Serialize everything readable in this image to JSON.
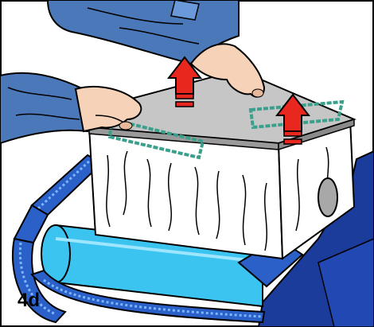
{
  "figure": {
    "step_label": "4d",
    "description_icons": [
      "hands-icon",
      "lift-arrow-icon",
      "filter-lid",
      "filter-bag",
      "roller-brush",
      "track-belt"
    ],
    "colors": {
      "sleeve_blue": "#4a78b8",
      "skin": "#f6d2b8",
      "lid_gray": "#c6c6c6",
      "lid_grip_green": "#3aa08c",
      "arrow_red": "#e8281e",
      "roller_cyan": "#3cc4f0",
      "body_navy": "#1c3c9c",
      "track_blue": "#2a60c8"
    }
  }
}
